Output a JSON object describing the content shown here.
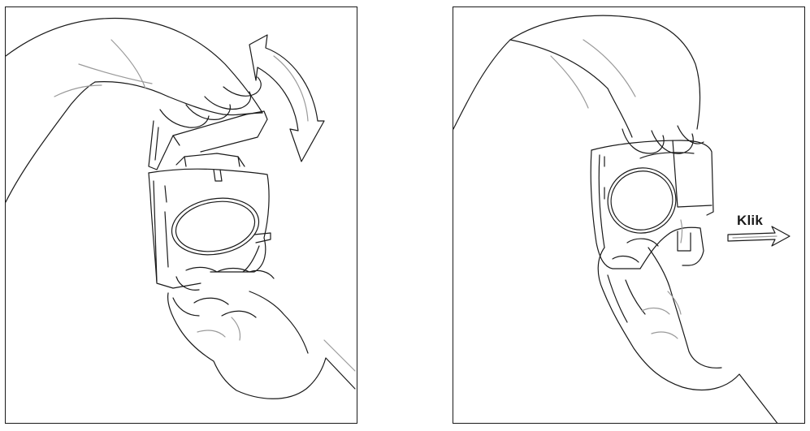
{
  "panels": [
    {
      "id": "step-1",
      "action": "twist-open",
      "icons": [
        "curved-rotation-arrow-icon",
        "hand-icon",
        "inhaler-device-icon"
      ]
    },
    {
      "id": "step-2",
      "action": "click-shut",
      "label": "Klik",
      "icons": [
        "right-arrow-icon",
        "hand-icon",
        "inhaler-device-icon"
      ]
    }
  ],
  "colors": {
    "line": "#1a1a1a",
    "light_line": "#9a9a9a",
    "background": "#ffffff"
  }
}
